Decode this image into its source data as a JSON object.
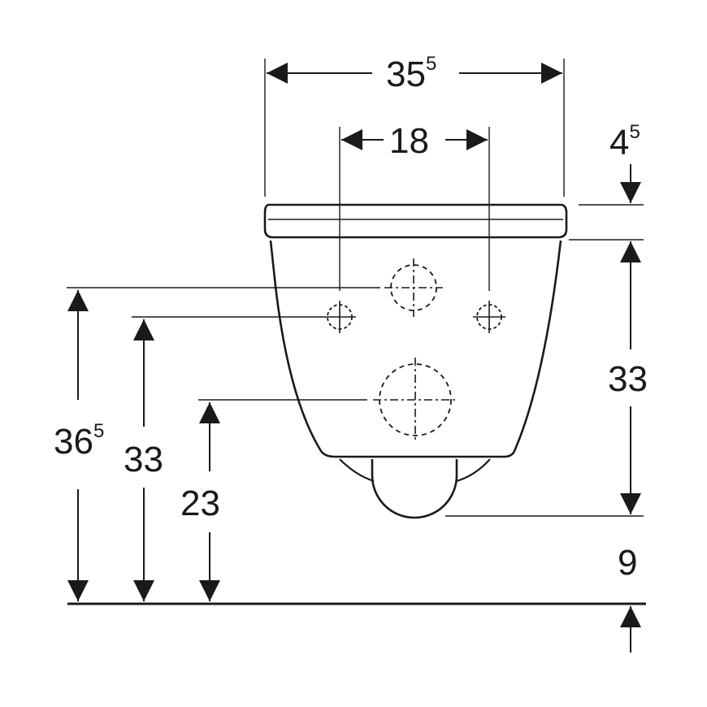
{
  "diagram": {
    "dimensions": {
      "total_width": {
        "main": "35",
        "sup": "5"
      },
      "pipe_spacing": {
        "main": "18"
      },
      "lid_thickness": {
        "main": "4",
        "sup": "5"
      },
      "bowl_height": {
        "main": "33"
      },
      "floor_gap": {
        "main": "9"
      },
      "inlet_height": {
        "main": "36",
        "sup": "5"
      },
      "bolt_height": {
        "main": "33"
      },
      "outlet_height": {
        "main": "23"
      }
    },
    "colors": {
      "line": "#1a1a1a",
      "background": "#ffffff"
    }
  }
}
